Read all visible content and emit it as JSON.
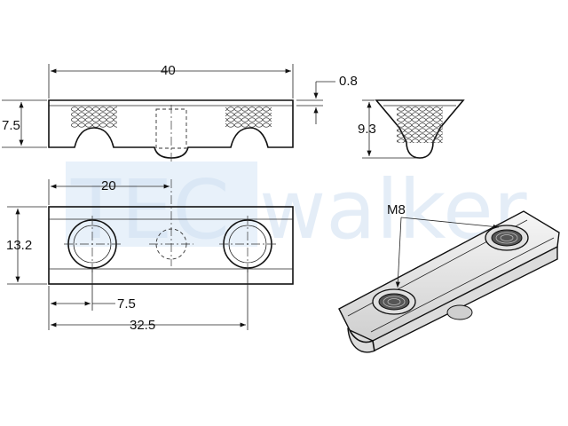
{
  "watermark": {
    "prefix": "TEC",
    "suffix": "walker"
  },
  "dimensions": {
    "overall_length": "40",
    "lip_thickness": "0.8",
    "side_height": "7.5",
    "end_height": "9.3",
    "hole_pitch": "20",
    "width": "13.2",
    "hole_offset": "7.5",
    "hole_span": "32.5"
  },
  "callouts": {
    "thread": "M8"
  },
  "colors": {
    "line": "#111111",
    "watermark": "#cfe0f2",
    "metal": "#e8e8e8"
  }
}
